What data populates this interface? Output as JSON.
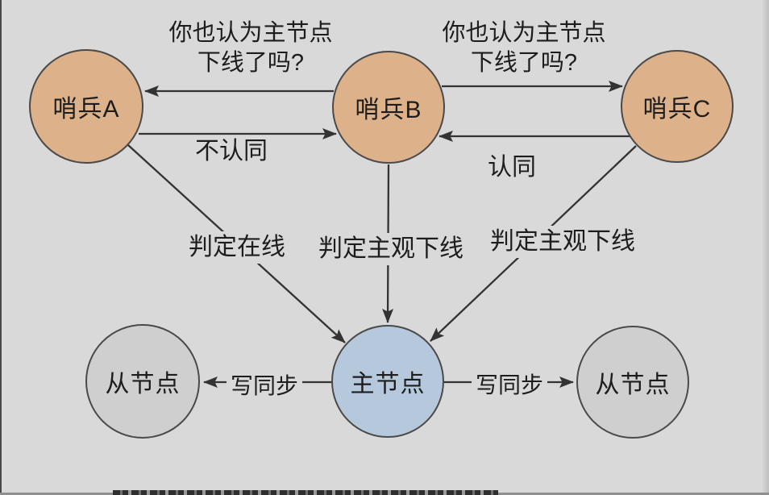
{
  "colors": {
    "background": "#d9d9d9",
    "sentinel_fill": "#ddb189",
    "master_fill": "#b6c8dc",
    "slave_fill": "#cfcfcf",
    "node_border": "#4a4a4a",
    "arrow": "#333333",
    "text": "#1d1d1d"
  },
  "nodes": {
    "sentinel_a": {
      "label": "哨兵A"
    },
    "sentinel_b": {
      "label": "哨兵B"
    },
    "sentinel_c": {
      "label": "哨兵C"
    },
    "master": {
      "label": "主节点"
    },
    "slave_left": {
      "label": "从节点"
    },
    "slave_right": {
      "label": "从节点"
    }
  },
  "edge_labels": {
    "question_left": {
      "line1": "你也认为主节点",
      "line2": "下线了吗?"
    },
    "question_right": {
      "line1": "你也认为主节点",
      "line2": "下线了吗?"
    },
    "a_to_b": "不认同",
    "c_to_b": "认同",
    "a_to_master": "判定在线",
    "b_to_master": "判定主观下线",
    "c_to_master": "判定主观下线",
    "master_to_slave_left": "写同步",
    "master_to_slave_right": "写同步"
  }
}
